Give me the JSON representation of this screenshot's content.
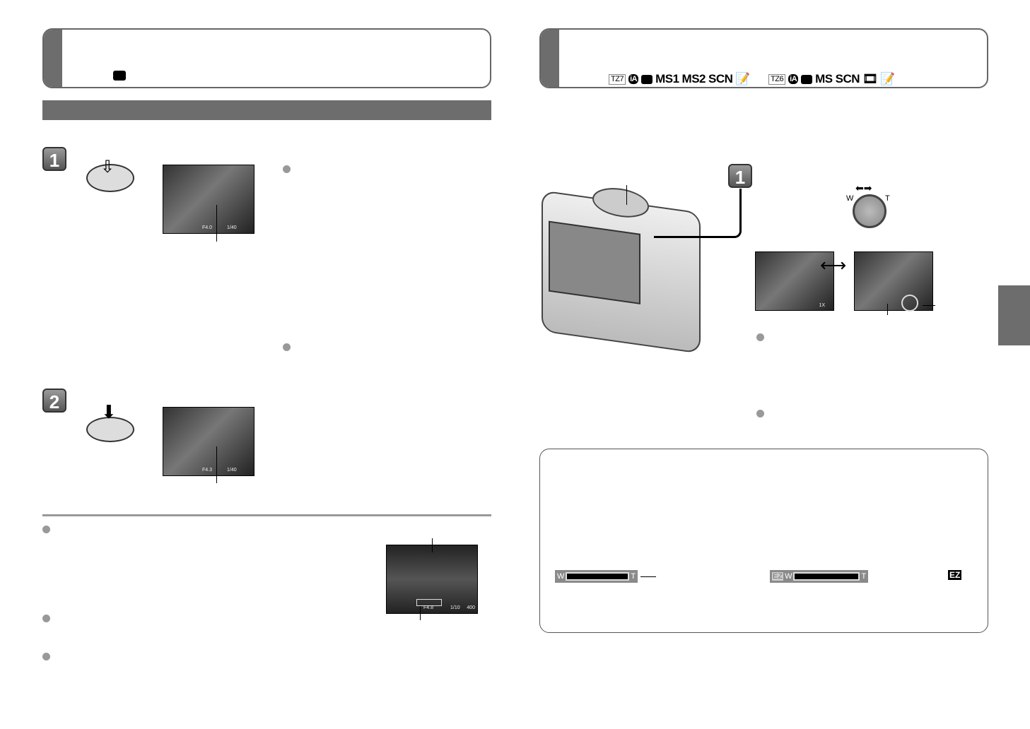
{
  "left_header": {
    "mode_icon": "camera-icon"
  },
  "right_header": {
    "tz7": {
      "model": "TZ7",
      "modes": [
        "iA",
        "camera",
        "MS1",
        "MS2",
        "SCN",
        "clipboard"
      ]
    },
    "tz6": {
      "model": "TZ6",
      "modes": [
        "iA",
        "camera",
        "MS",
        "SCN",
        "film",
        "clipboard"
      ]
    }
  },
  "steps": {
    "s1": "1",
    "s2": "2",
    "r1": "1"
  },
  "lcd": {
    "f1": "F4.0",
    "s1": "1/40",
    "f2": "F4.3",
    "s2": "1/40",
    "f3": "F4.8",
    "s3": "1/10",
    "iso": "400",
    "zoom": "1X"
  },
  "dial": {
    "w": "W",
    "t": "T"
  },
  "zoombar1": {
    "w": "W",
    "t": "T"
  },
  "zoombar2": {
    "ez": "EZ",
    "w": "W",
    "t": "T"
  },
  "ez_icon": "EZ",
  "colors": {
    "band": "#6d6d6d",
    "border": "#666666"
  }
}
